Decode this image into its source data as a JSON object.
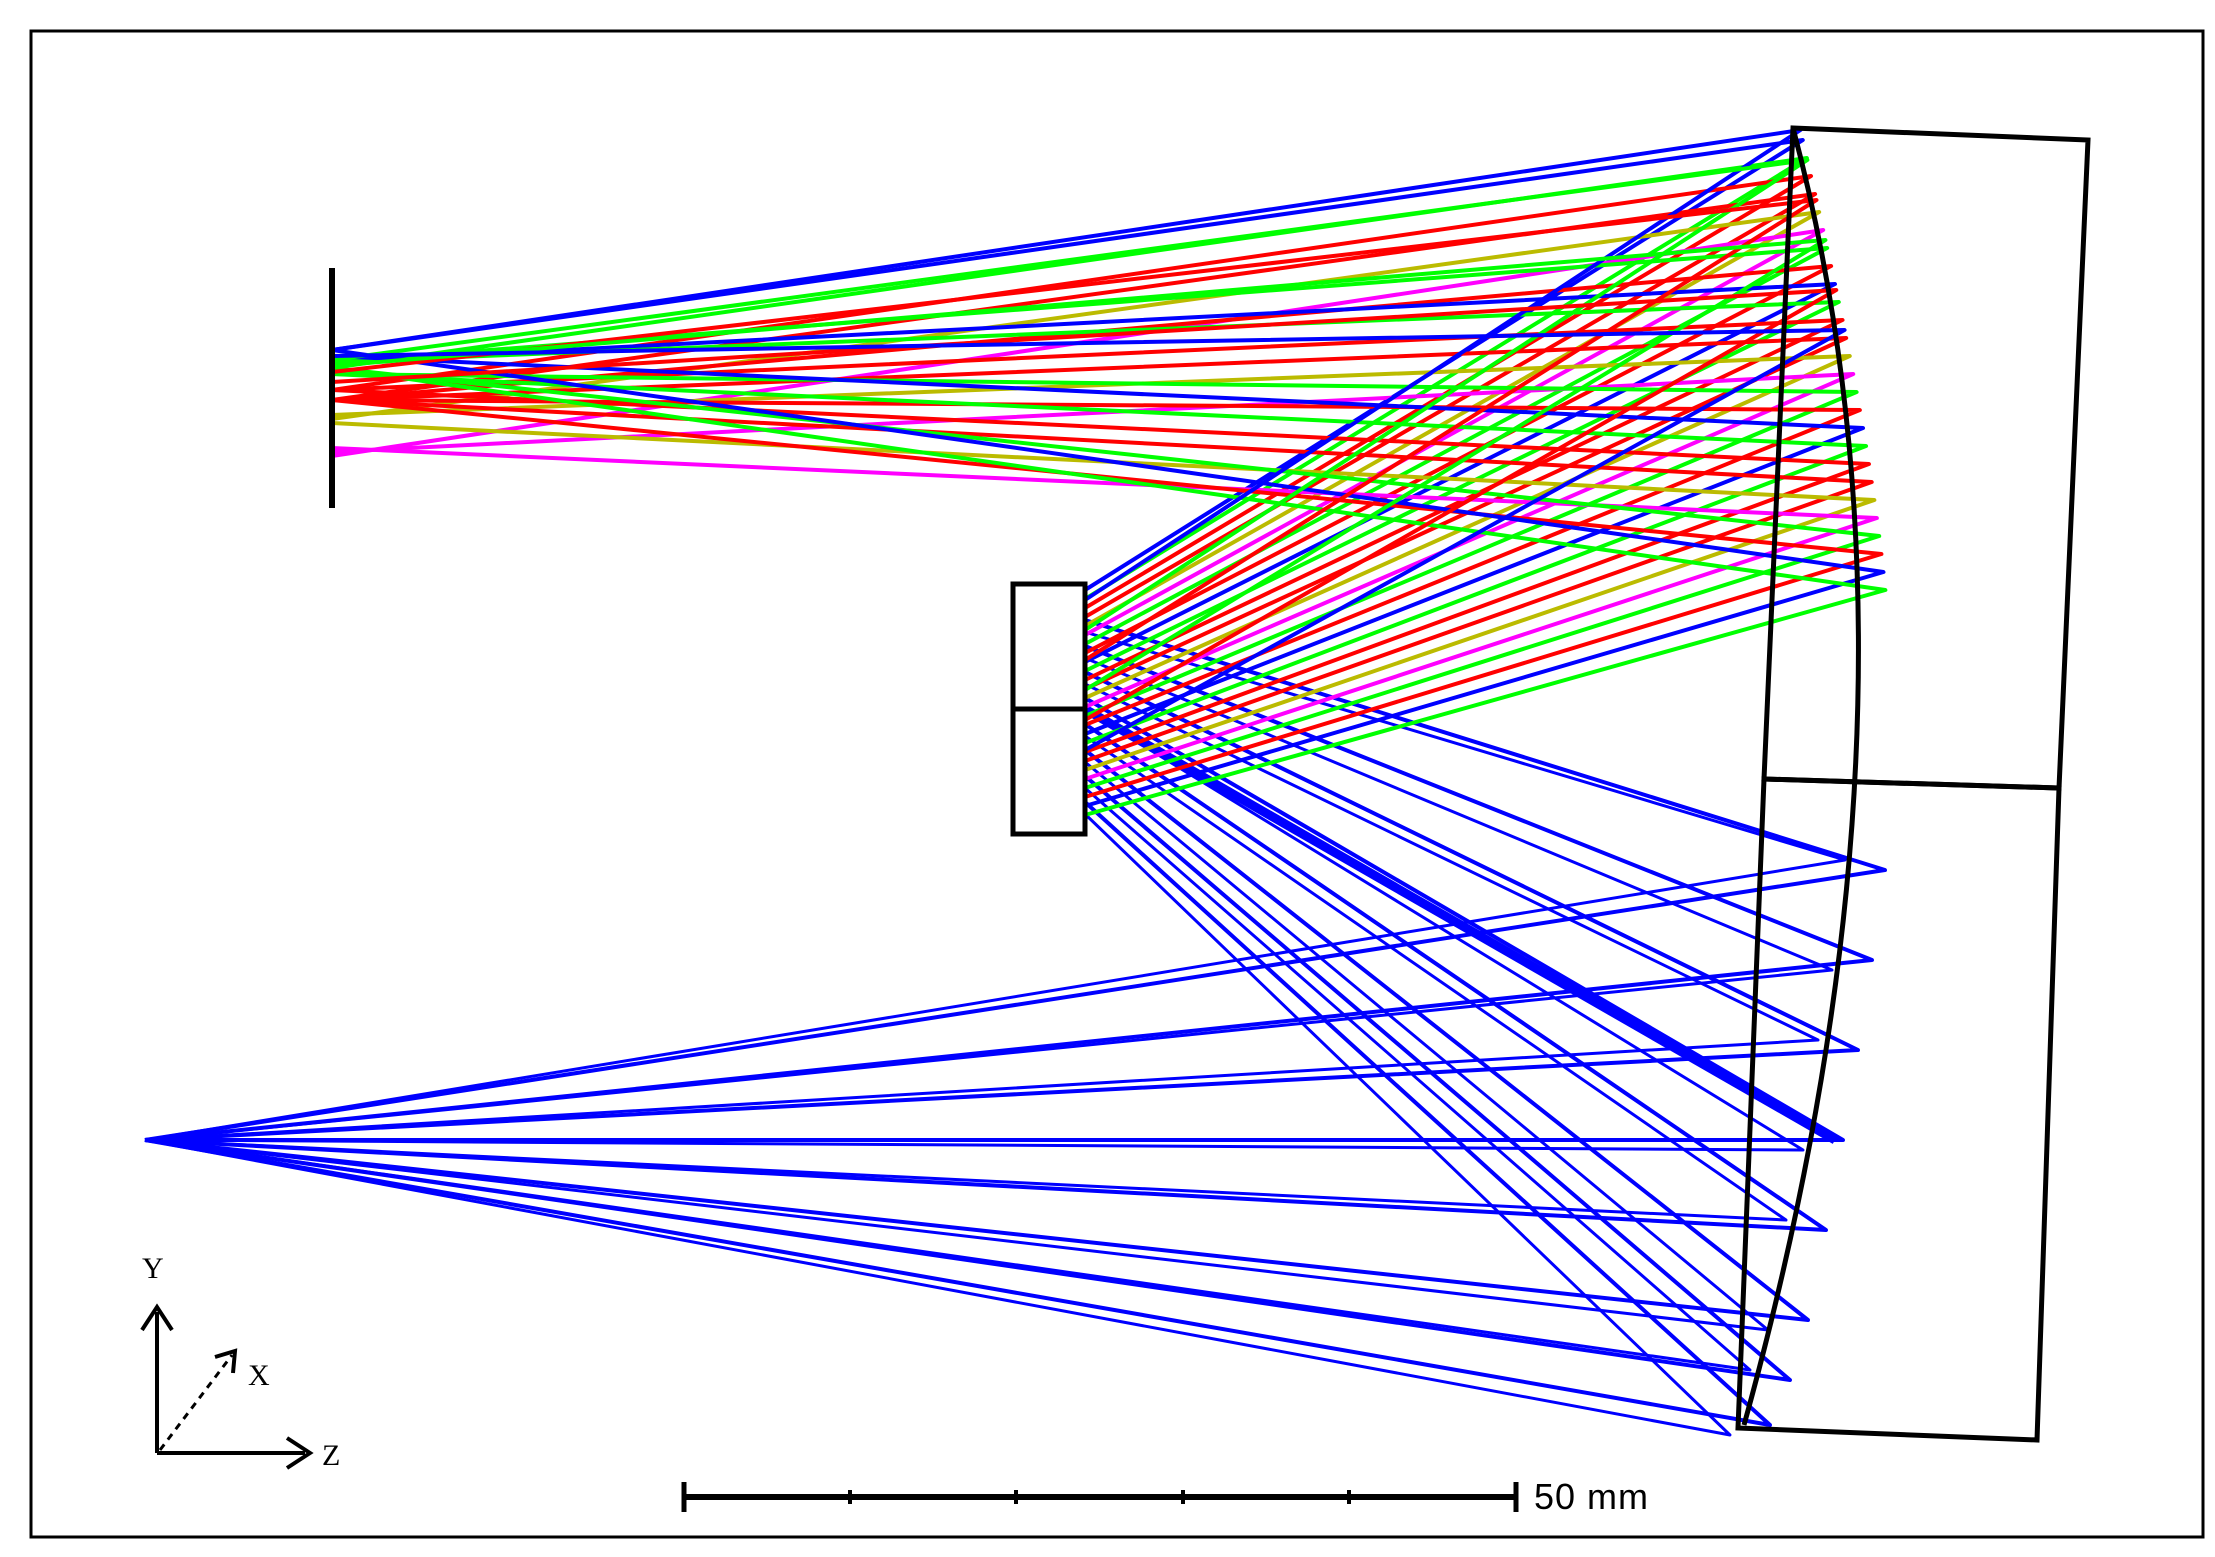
{
  "axes": {
    "y": "Y",
    "x": "X",
    "z": "Z"
  },
  "scale_bar": {
    "label": "50 mm"
  },
  "colors": {
    "blue": "#0000ff",
    "green": "#00ff00",
    "red": "#ff0000",
    "yellow": "#bbbb00",
    "magenta": "#ff00ff",
    "outline": "#000000"
  }
}
